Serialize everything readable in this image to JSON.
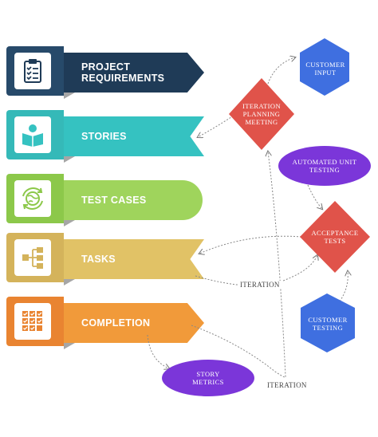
{
  "rows": [
    {
      "label": "PROJECT REQUIREMENTS",
      "icon": "clipboard-checklist-icon"
    },
    {
      "label": "STORIES",
      "icon": "person-reading-icon"
    },
    {
      "label": "TEST CASES",
      "icon": "globe-cycle-icon"
    },
    {
      "label": "TASKS",
      "icon": "hierarchy-icon"
    },
    {
      "label": "COMPLETION",
      "icon": "grid-checkmarks-icon"
    }
  ],
  "nodes": {
    "customer_input": "CUSTOMER INPUT",
    "iteration_planning": "ITERATION PLANNING MEETING",
    "automated_unit_testing": "AUTOMATED UNIT TESTING",
    "acceptance_tests": "ACCEPTANCE TESTS",
    "customer_testing": "CUSTOMER TESTING",
    "story_metrics": "STORY METRICS"
  },
  "edge_labels": {
    "iteration_1": "ITERATION",
    "iteration_2": "ITERATION"
  },
  "colors": {
    "navy": "#1f3b57",
    "teal": "#35c2c1",
    "green": "#9fd45c",
    "gold": "#e1c266",
    "orange": "#f19a3a",
    "red_diamond": "#e0534a",
    "blue_hexagon": "#3f6fe0",
    "purple_ellipse": "#7b36d9"
  }
}
